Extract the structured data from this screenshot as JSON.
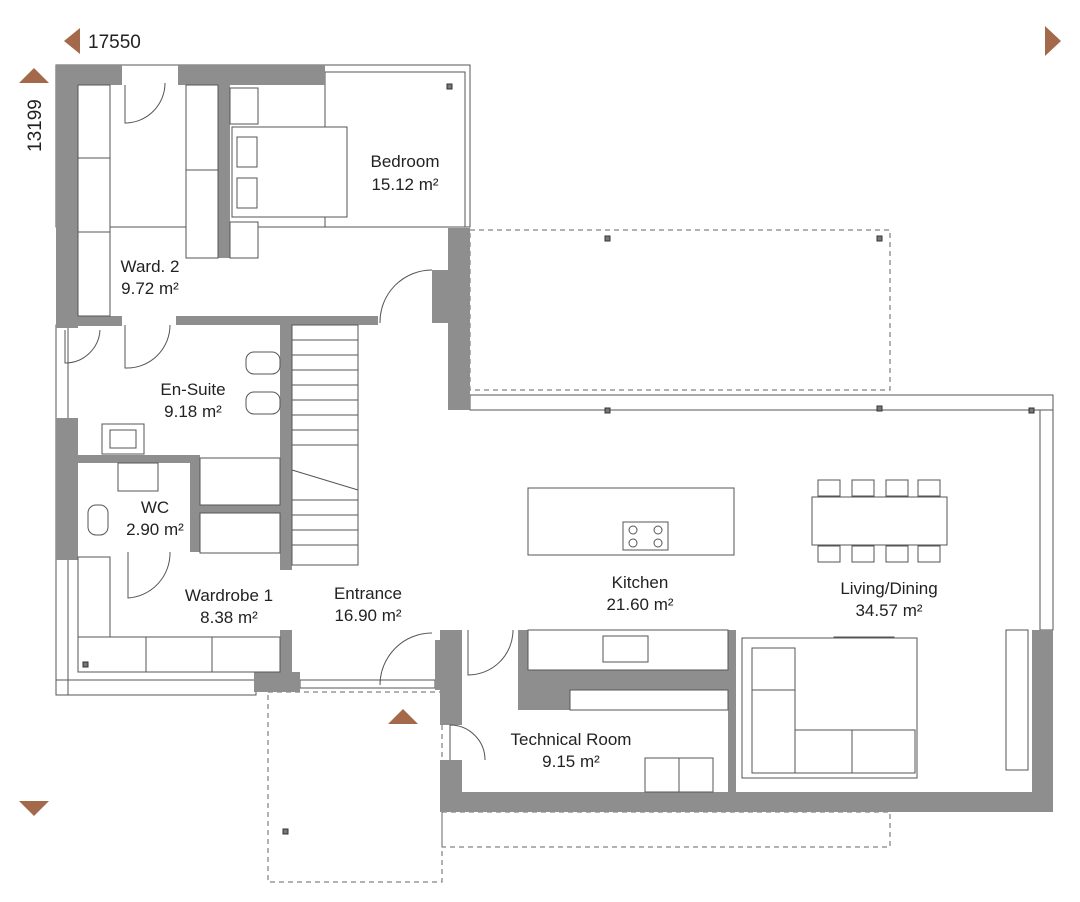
{
  "dimensions": {
    "width": "17550",
    "depth": "13199"
  },
  "colors": {
    "wall": "#8e8e8e",
    "arrow": "#a3694a"
  },
  "rooms": [
    {
      "name": "Bedroom",
      "area": "15.12 m²"
    },
    {
      "name": "Ward. 2",
      "area": "9.72 m²"
    },
    {
      "name": "En-Suite",
      "area": "9.18 m²"
    },
    {
      "name": "WC",
      "area": "2.90 m²"
    },
    {
      "name": "Wardrobe 1",
      "area": "8.38 m²"
    },
    {
      "name": "Entrance",
      "area": "16.90 m²"
    },
    {
      "name": "Kitchen",
      "area": "21.60 m²"
    },
    {
      "name": "Living/Dining",
      "area": "34.57 m²"
    },
    {
      "name": "Technical Room",
      "area": "9.15 m²"
    }
  ]
}
